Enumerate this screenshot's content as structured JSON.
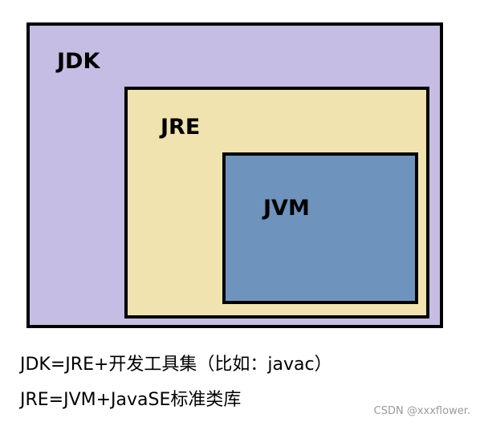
{
  "diagram": {
    "outer": {
      "label": "JDK",
      "fill": "#c5bde3"
    },
    "middle": {
      "label": "JRE",
      "fill": "#f0e3b0"
    },
    "inner": {
      "label": "JVM",
      "fill": "#6e93bd"
    },
    "border_color": "#000000"
  },
  "captions": {
    "line1": "JDK=JRE+开发工具集（比如：javac）",
    "line2": "JRE=JVM+JavaSE标准类库"
  },
  "watermark": "CSDN @xxxflower."
}
